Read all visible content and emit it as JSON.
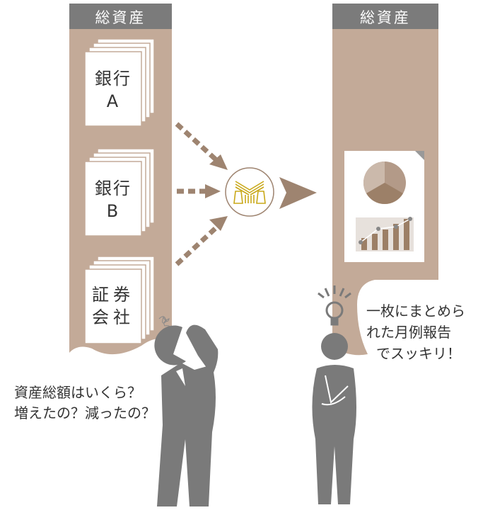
{
  "left_panel": {
    "header": "総資産",
    "documents": [
      {
        "line1": "銀行",
        "line2": "A"
      },
      {
        "line1": "銀行",
        "line2": "B"
      },
      {
        "line1": "証券",
        "line2": "会社"
      }
    ]
  },
  "right_panel": {
    "header": "総資産"
  },
  "left_person_question": {
    "line1": "資産総額はいくら？",
    "line2": "増えたの？減ったの？"
  },
  "right_person_bubble": {
    "line1": "一枚にまとめら",
    "line2": "れた月例報告",
    "line3": "でスッキリ！"
  },
  "colors": {
    "panel": "#c3aa98",
    "header": "#7b7b7b",
    "arrow": "#9e8470",
    "person": "#7a7a7a",
    "logo": "#c9a818"
  }
}
